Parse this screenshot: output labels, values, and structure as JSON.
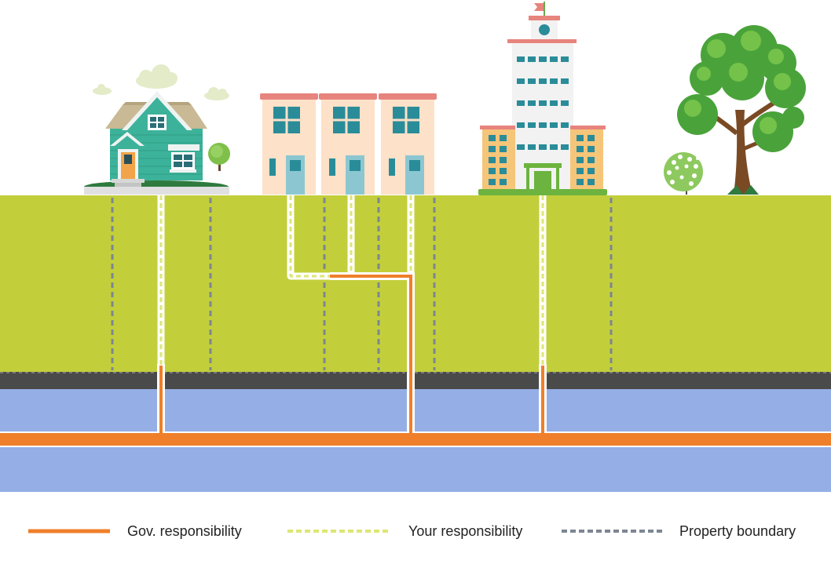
{
  "legend": {
    "gov": {
      "label": "Gov. responsibility",
      "color": "#ef7f2a",
      "style": "solid"
    },
    "your": {
      "label": "Your responsibility",
      "color": "#dde675",
      "style": "dashed"
    },
    "property": {
      "label": "Property boundary",
      "color": "#7d8692",
      "style": "dashed"
    }
  },
  "scene": {
    "buildings": [
      "house-icon",
      "townhouses-icon",
      "office-tower-icon"
    ],
    "trees": [
      "small-tree-icon",
      "large-tree-icon"
    ],
    "colors": {
      "ground": "#c2cf3b",
      "road": "#4a4a4a",
      "water": "#95afe6",
      "gov_pipe": "#ef7f2a",
      "your_pipe": "#dde675",
      "boundary": "#7d8692"
    }
  }
}
